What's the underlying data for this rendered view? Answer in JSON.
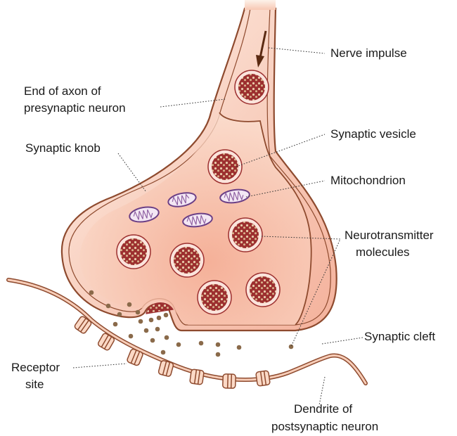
{
  "colors": {
    "membrane": "#8e4a2e",
    "knob_fill_light": "#fbe6d8",
    "knob_fill_dark": "#f2a98f",
    "vesicle_fill": "#9c2f2f",
    "vesicle_ring": "#fbe4dc",
    "molecule": "#8a6a4a",
    "mito_outline": "#6b3f86",
    "mito_fill": "#f3e7f4",
    "arrow": "#5a2a12"
  },
  "labels": {
    "nerve_impulse": "Nerve impulse",
    "end_of_axon_1": "End of axon of",
    "end_of_axon_2": "presynaptic neuron",
    "synaptic_knob": "Synaptic knob",
    "synaptic_vesicle": "Synaptic vesicle",
    "mitochondrion": "Mitochondrion",
    "neurotransmitter_1": "Neurotransmitter",
    "neurotransmitter_2": "molecules",
    "synaptic_cleft": "Synaptic cleft",
    "receptor_1": "Receptor",
    "receptor_2": "site",
    "dendrite_1": "Dendrite of",
    "dendrite_2": "postsynaptic neuron"
  }
}
